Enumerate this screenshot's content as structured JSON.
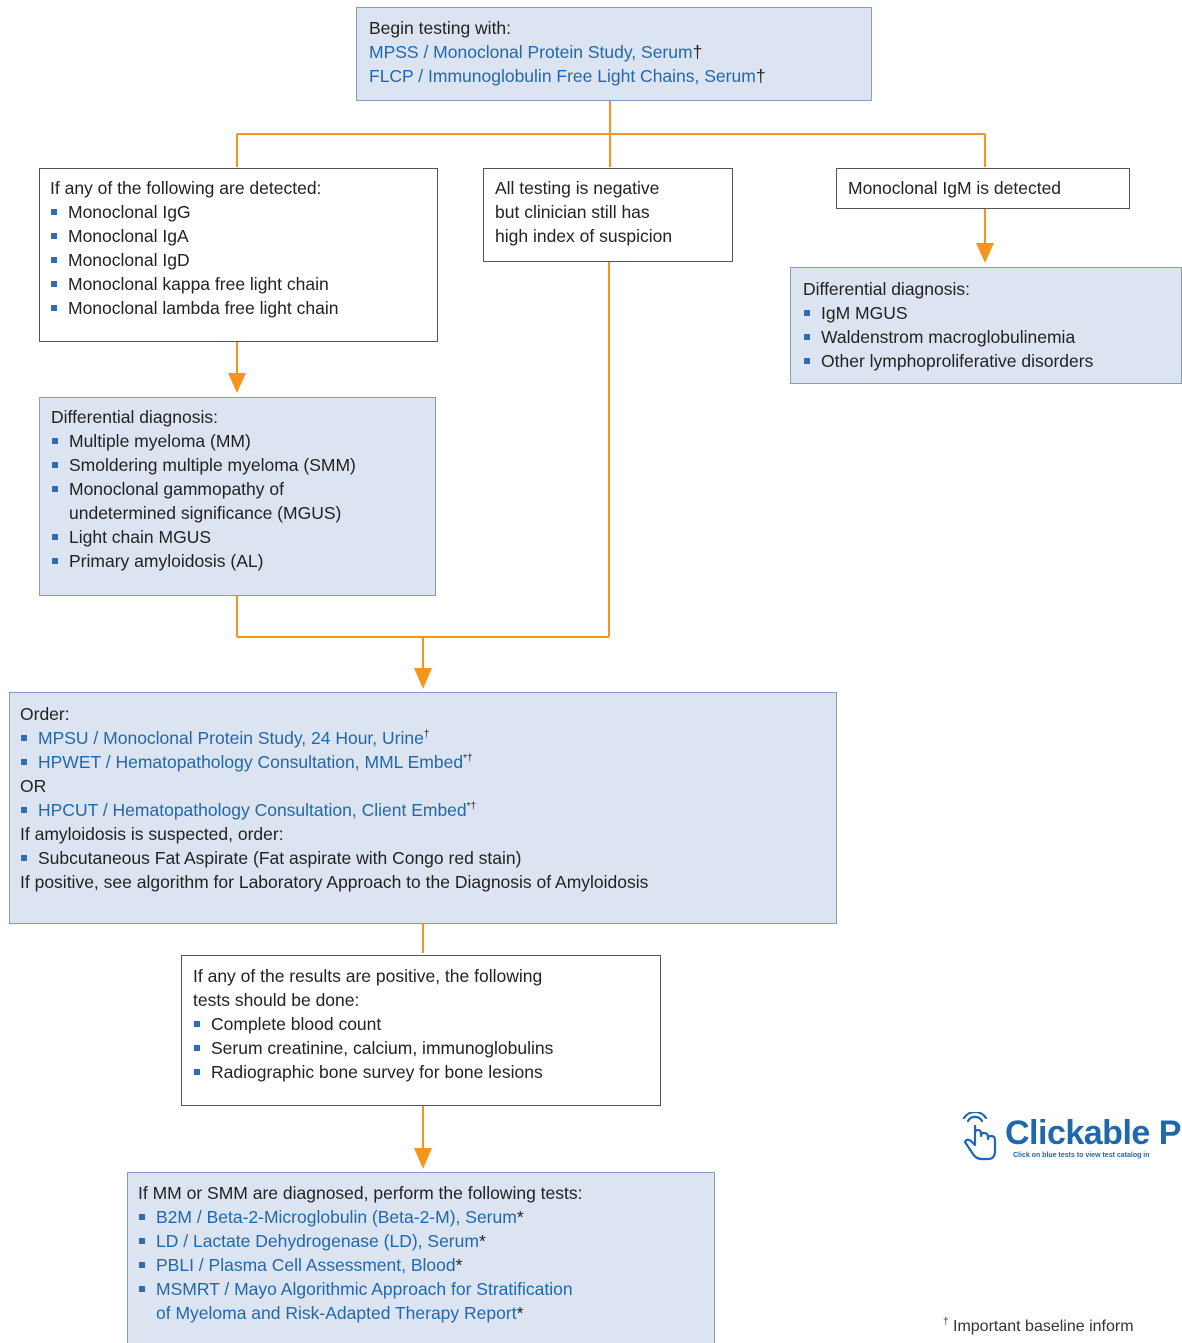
{
  "start": {
    "heading": "Begin testing with:",
    "tests": [
      {
        "text": "MPSS / Monoclonal Protein Study, Serum",
        "mark": "†"
      },
      {
        "text": "FLCP / Immunoglobulin Free Light Chains, Serum",
        "mark": "†"
      }
    ]
  },
  "detected": {
    "heading": "If any of the following are detected:",
    "items": [
      "Monoclonal IgG",
      "Monoclonal IgA",
      "Monoclonal IgD",
      "Monoclonal kappa free light chain",
      "Monoclonal lambda free light chain"
    ]
  },
  "negative": {
    "lines": [
      "All testing is negative",
      "but clinician still has",
      "high index of suspicion"
    ]
  },
  "igm": {
    "text": "Monoclonal IgM is detected"
  },
  "igm_dd": {
    "heading": "Differential diagnosis:",
    "items": [
      "IgM MGUS",
      "Waldenstrom macroglobulinemia",
      "Other lymphoproliferative disorders"
    ]
  },
  "dd": {
    "heading": "Differential diagnosis:",
    "items": [
      "Multiple myeloma (MM)",
      "Smoldering multiple myeloma (SMM)",
      "Monoclonal gammopathy of",
      "undetermined significance (MGUS)",
      "Light chain MGUS",
      "Primary amyloidosis (AL)"
    ]
  },
  "order": {
    "heading": "Order:",
    "test1": {
      "text": "MPSU / Monoclonal Protein Study, 24 Hour, Urine",
      "mark": "†"
    },
    "test2": {
      "text": "HPWET / Hematopathology Consultation, MML Embed",
      "mark": "*†"
    },
    "or": "OR",
    "test3": {
      "text": "HPCUT / Hematopathology Consultation, Client Embed",
      "mark": "*†"
    },
    "amyloid": "If amyloidosis is suspected, order:",
    "fat": "Subcutaneous Fat Aspirate (Fat aspirate with Congo red stain)",
    "positive": "If positive, see algorithm for Laboratory Approach to the Diagnosis of Amyloidosis"
  },
  "followup": {
    "heading_lines": [
      "If any of the results are positive, the following",
      "tests should be done:"
    ],
    "items": [
      "Complete blood count",
      "Serum creatinine, calcium, immunoglobulins",
      "Radiographic bone survey for bone lesions"
    ]
  },
  "mm": {
    "heading": "If MM or SMM are diagnosed, perform the following tests:",
    "tests": [
      {
        "text": "B2M / Beta-2-Microglobulin (Beta-2-M), Serum",
        "mark": "*"
      },
      {
        "text": "LD / Lactate Dehydrogenase (LD), Serum",
        "mark": "*"
      },
      {
        "text": "PBLI / Plasma Cell Assessment, Blood",
        "mark": "*"
      },
      {
        "text": "MSMRT / Mayo Algorithmic Approach for Stratification",
        "mark": ""
      },
      {
        "text": "of Myeloma and Risk-Adapted Therapy Report",
        "mark": "*"
      }
    ]
  },
  "logo": {
    "text": "Clickable P",
    "subtext": "Click on blue tests to view test catalog in"
  },
  "footnote": {
    "mark": "†",
    "text": " Important baseline inform"
  },
  "colors": {
    "connector": "#f7941d",
    "box_fill": "#dde4f1",
    "link": "#1f68ad",
    "bullet": "#2e6db4"
  }
}
